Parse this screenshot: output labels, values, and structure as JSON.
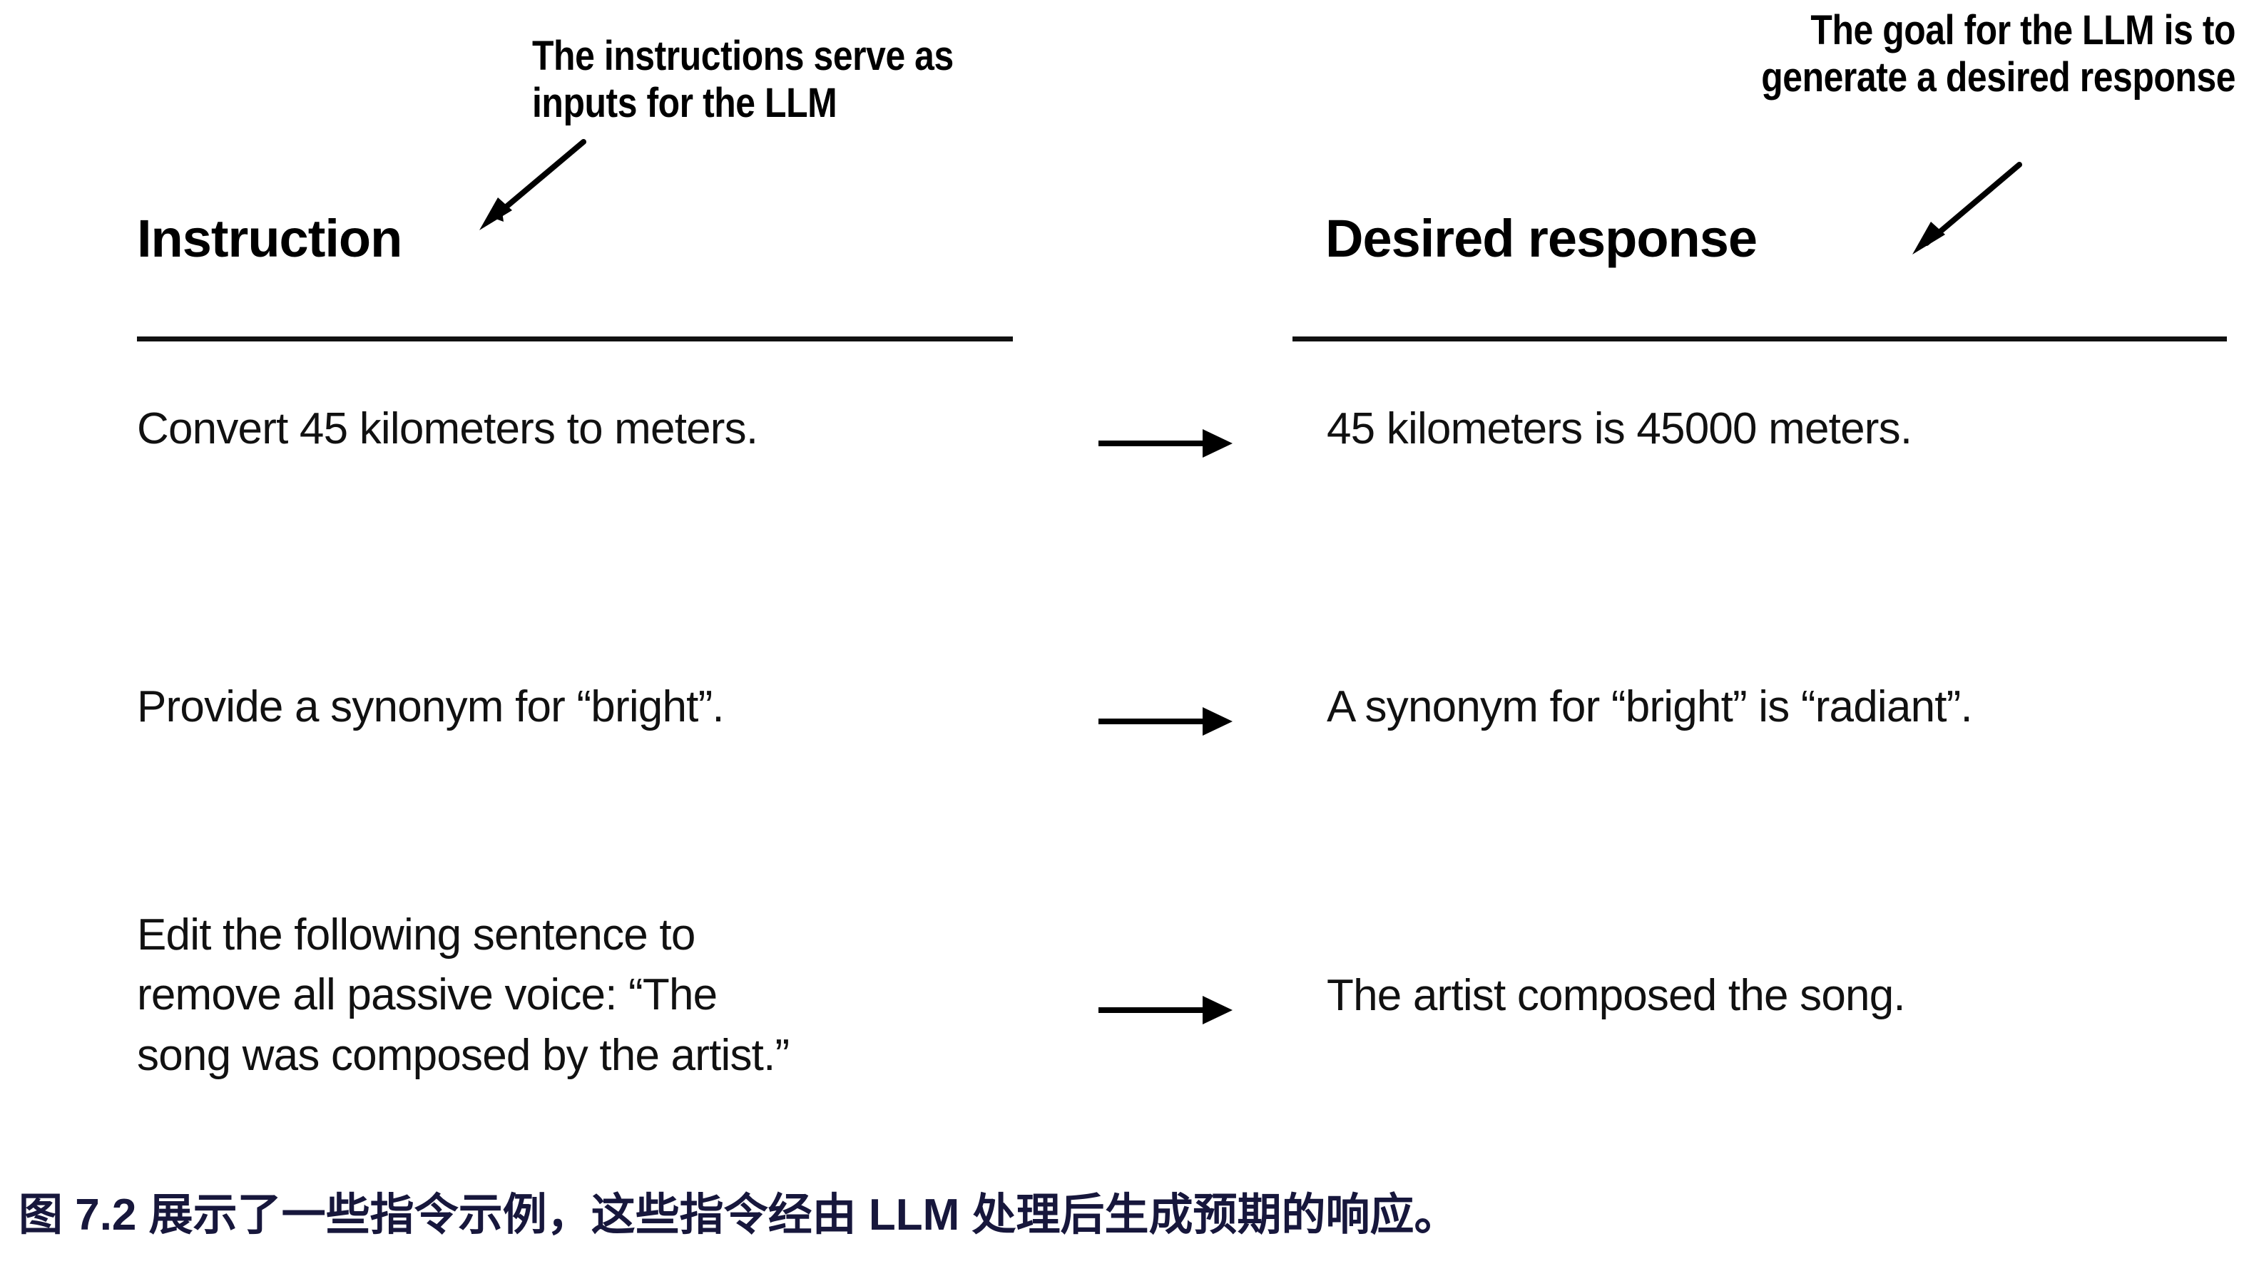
{
  "figure": {
    "title_annotations": {
      "left": {
        "name": "instruction-callout",
        "lines": [
          "The instructions serve as",
          "inputs for the LLM"
        ],
        "arrow": "diagonal-arrow-down-left-icon"
      },
      "right": {
        "name": "response-callout",
        "lines": [
          "The goal for the LLM is to",
          "generate a desired response"
        ],
        "arrow": "diagonal-arrow-down-left-icon"
      }
    },
    "columns": {
      "instruction_heading": "Instruction",
      "response_heading": "Desired response"
    },
    "flow_arrow_icon": "arrow-right-icon",
    "rows": [
      {
        "instruction_lines": [
          "Convert 45 kilometers to meters."
        ],
        "response_lines": [
          "45 kilometers is 45000 meters."
        ]
      },
      {
        "instruction_lines": [
          "Provide a synonym for “bright”."
        ],
        "response_lines": [
          "A synonym for “bright” is “radiant”."
        ]
      },
      {
        "instruction_lines": [
          "Edit the following sentence to",
          "remove all passive voice: “The",
          "song was composed by the artist.”"
        ],
        "response_lines": [
          "The artist composed the song."
        ]
      }
    ],
    "caption": "图 7.2 展示了一些指令示例，这些指令经由 LLM 处理后生成预期的响应。",
    "colors": {
      "text": "#111111",
      "rule": "#111111",
      "caption": "#17173c",
      "background": "#ffffff"
    }
  }
}
